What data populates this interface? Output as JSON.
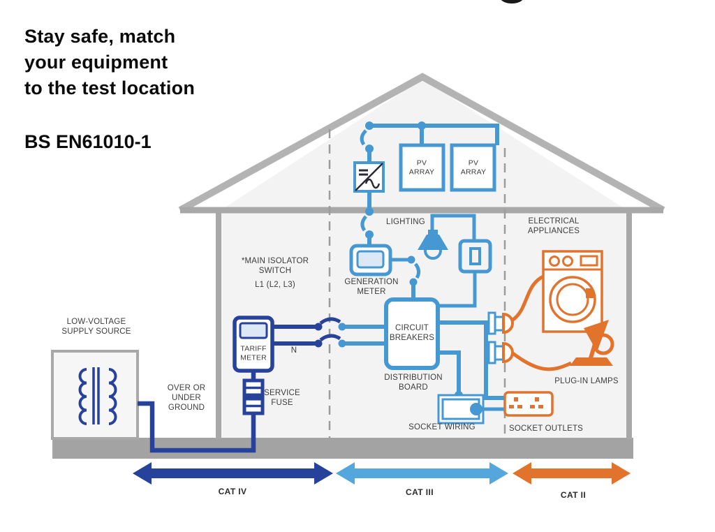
{
  "title": {
    "lines": "Stay safe, match\nyour equipment\nto the test location",
    "standard": "BS EN61010-1"
  },
  "colors": {
    "navy": "#27429a",
    "blue": "#4698d2",
    "light_blue": "#53a7dc",
    "orange": "#e2732d",
    "structure_gray": "#a8a8a8",
    "roof_gray": "#b3b3b3",
    "ground_gray": "#a3a3a3",
    "house_fill": "#f3f3f3",
    "display_fill": "#dce8f6",
    "label_text": "#3c3c3c"
  },
  "diagram": {
    "supply": {
      "label": "LOW-VOLTAGE\nSUPPLY SOURCE"
    },
    "ground_run": {
      "label": "OVER OR\nUNDER\nGROUND"
    },
    "isolator": {
      "label": "*MAIN ISOLATOR\nSWITCH",
      "phases": "L1 (L2, L3)"
    },
    "tariff_meter": {
      "label": "TARIFF\nMETER"
    },
    "neutral": "N",
    "service_fuse": {
      "label": "SERVICE\nFUSE"
    },
    "generation_meter": {
      "label": "GENERATION\nMETER"
    },
    "lighting": {
      "label": "LIGHTING"
    },
    "pv_array_1": {
      "label": "PV\nARRAY"
    },
    "pv_array_2": {
      "label": "PV\nARRAY"
    },
    "circuit_breakers": {
      "label": "CIRCUIT\nBREAKERS"
    },
    "distribution_board": {
      "label": "DISTRIBUTION\nBOARD"
    },
    "socket_wiring": {
      "label": "SOCKET WIRING"
    },
    "socket_outlets": {
      "label": "SOCKET OUTLETS"
    },
    "electrical_appliances": {
      "label": "ELECTRICAL\nAPPLIANCES"
    },
    "plug_in_lamps": {
      "label": "PLUG-IN LAMPS"
    }
  },
  "categories": [
    {
      "label": "CAT IV",
      "color": "#27429a"
    },
    {
      "label": "CAT III",
      "color": "#53a7dc"
    },
    {
      "label": "CAT II",
      "color": "#e2732d"
    }
  ]
}
